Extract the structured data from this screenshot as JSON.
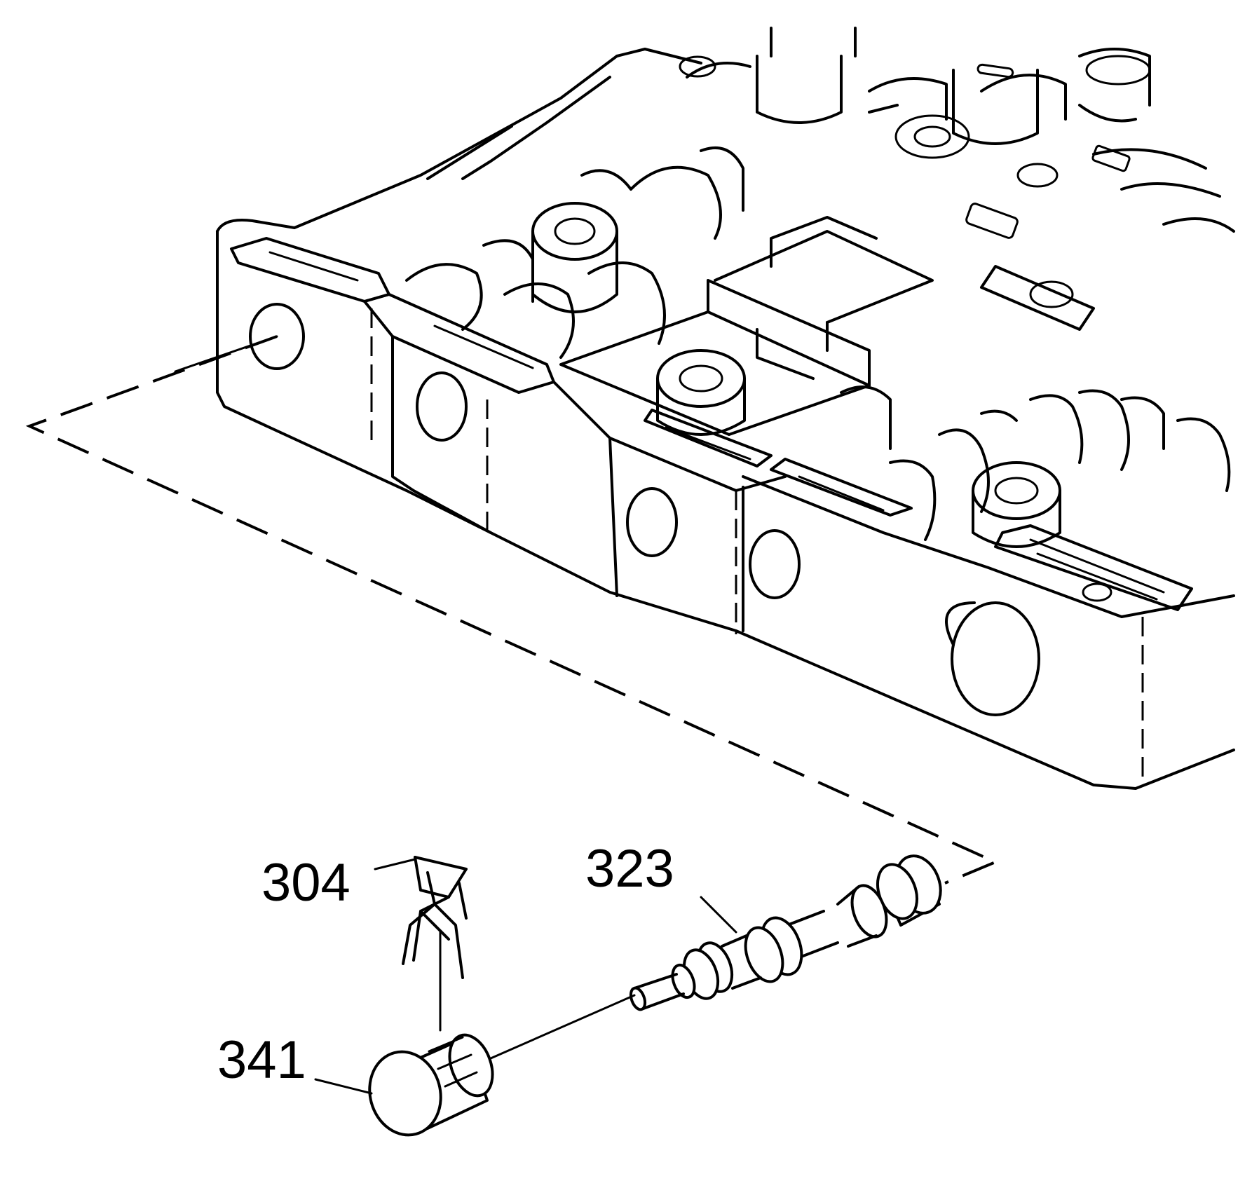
{
  "diagram": {
    "callouts": {
      "c304": "304",
      "c323": "323",
      "c341": "341"
    },
    "colors": {
      "ink": "#000000",
      "background": "#ffffff"
    }
  }
}
